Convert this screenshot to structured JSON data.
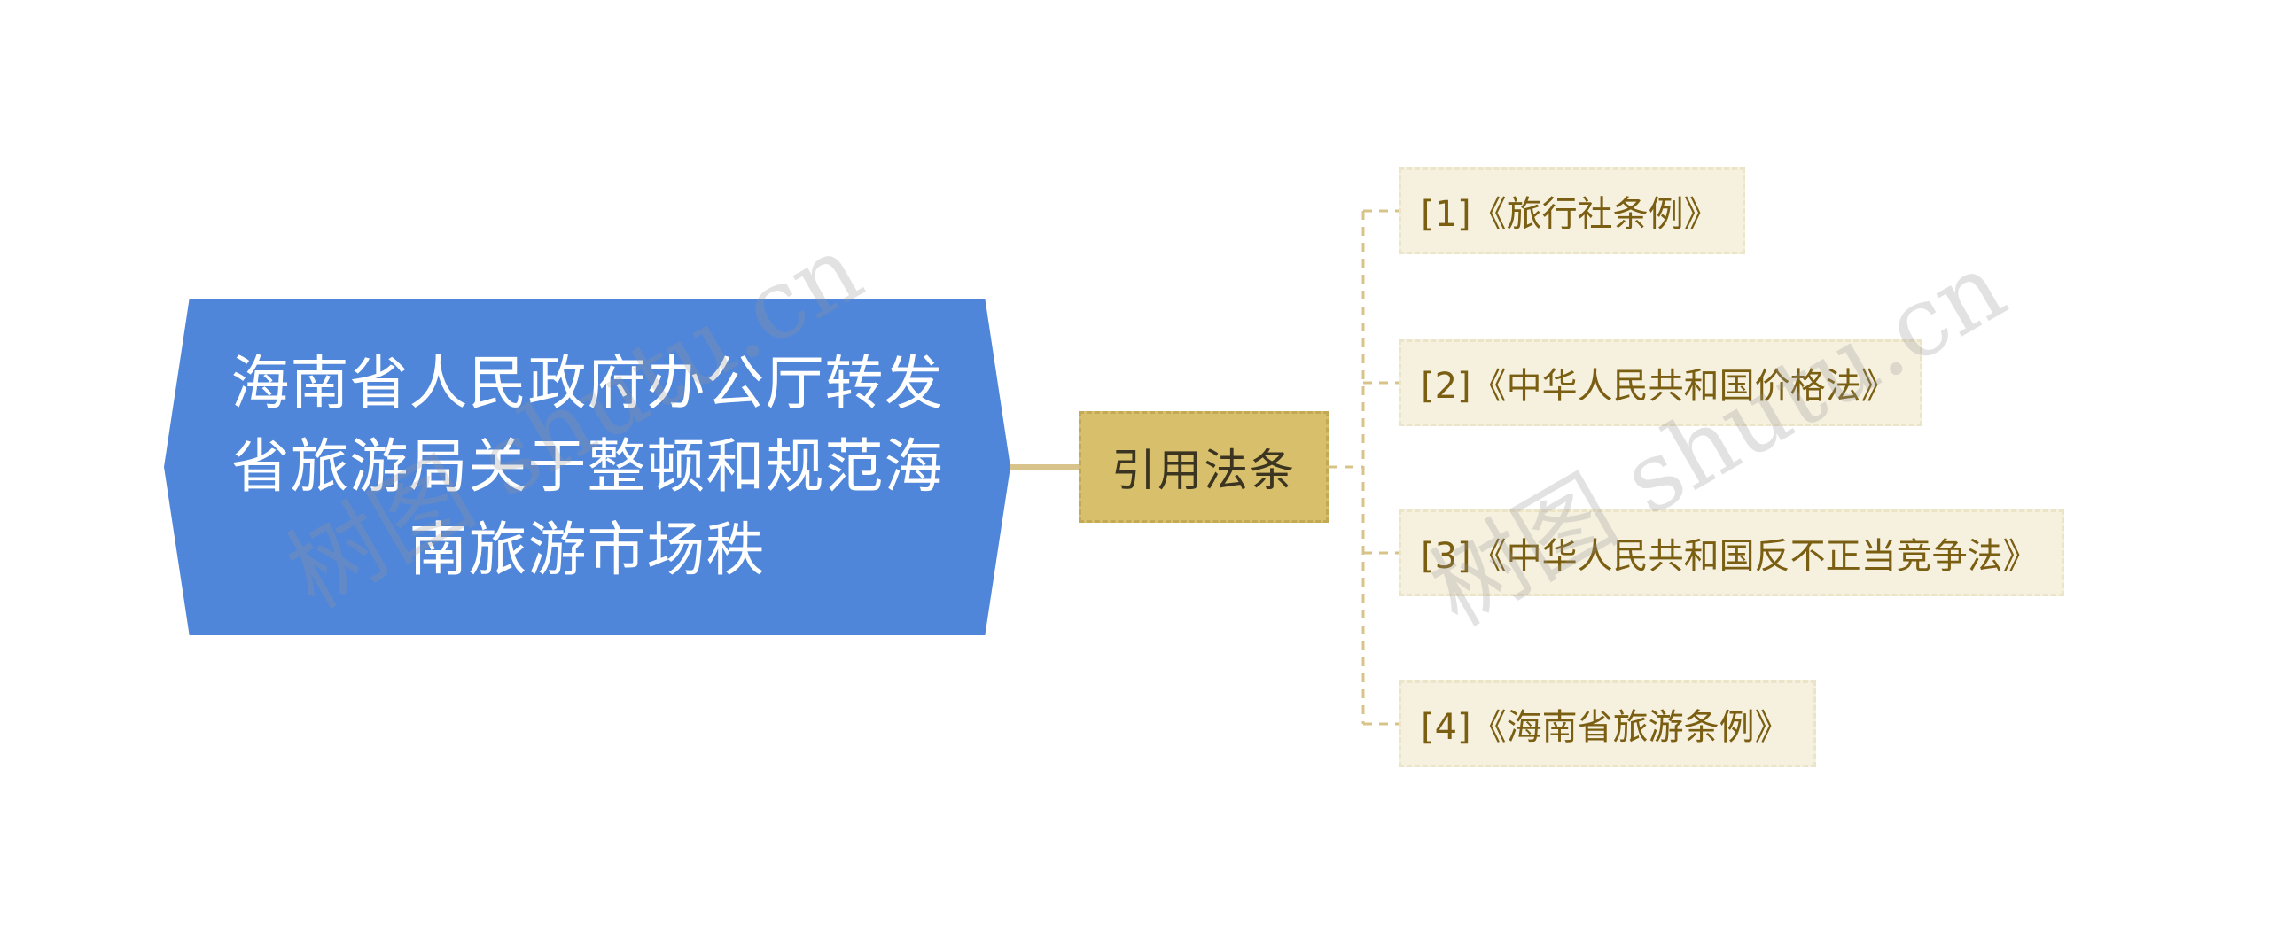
{
  "mindmap": {
    "root": {
      "label": "海南省人民政府办公厅转发省旅游局关于整顿和规范海南旅游市场秩"
    },
    "branch": {
      "label": "引用法条",
      "children": [
        {
          "label": "[1]《旅行社条例》"
        },
        {
          "label": "[2]《中华人民共和国价格法》"
        },
        {
          "label": "[3]《中华人民共和国反不正当竞争法》"
        },
        {
          "label": "[4]《海南省旅游条例》"
        }
      ]
    }
  },
  "watermark": {
    "text": "树图 shutu.cn"
  },
  "colors": {
    "root_fill": "#4f86d9",
    "branch_fill": "#d7bf6b",
    "leaf_fill": "#f6f1df",
    "leaf_text": "#7a5e12",
    "connector": "#d8c48a"
  }
}
